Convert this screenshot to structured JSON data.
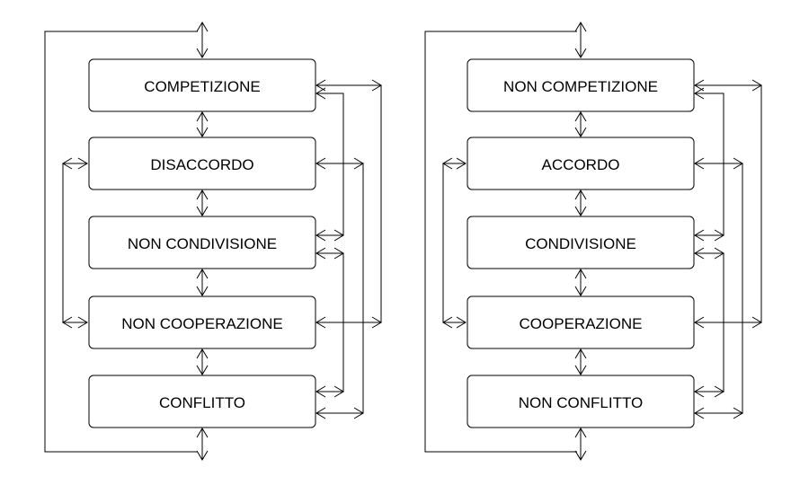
{
  "diagrams": [
    {
      "labels": [
        "COMPETIZIONE",
        "DISACCORDO",
        "NON CONDIVISIONE",
        "NON COOPERAZIONE",
        "CONFLITTO"
      ]
    },
    {
      "labels": [
        "NON COMPETIZIONE",
        "ACCORDO",
        "CONDIVISIONE",
        "COOPERAZIONE",
        "NON CONFLITTO"
      ]
    }
  ]
}
